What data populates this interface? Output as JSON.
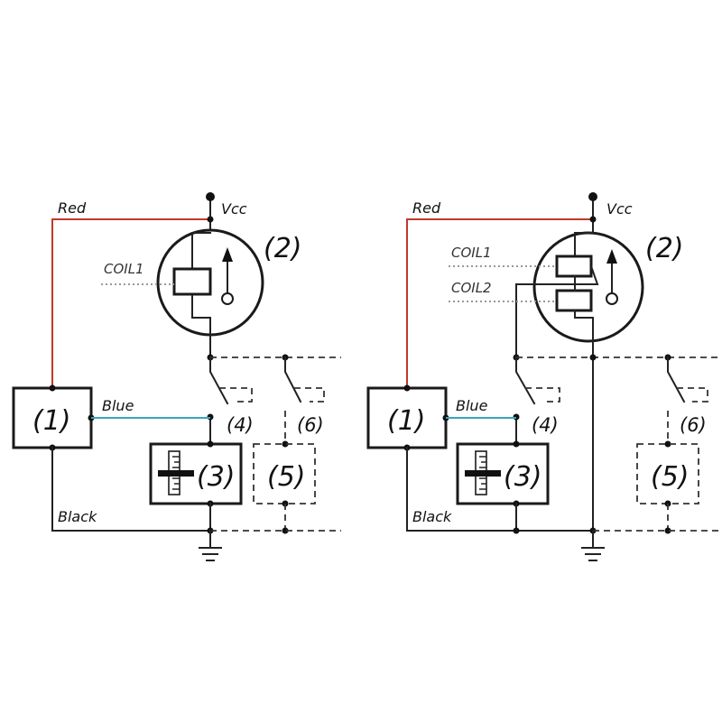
{
  "left": {
    "wire_red": "Red",
    "wire_blue": "Blue",
    "wire_black": "Black",
    "vcc": "Vcc",
    "coil1": "COIL1",
    "n1": "(1)",
    "n2": "(2)",
    "n3": "(3)",
    "n4": "(4)",
    "n5": "(5)",
    "n6": "(6)"
  },
  "right": {
    "wire_red": "Red",
    "wire_blue": "Blue",
    "wire_black": "Black",
    "vcc": "Vcc",
    "coil1": "COIL1",
    "coil2": "COIL2",
    "n1": "(1)",
    "n2": "(2)",
    "n3": "(3)",
    "n4": "(4)",
    "n5": "(5)",
    "n6": "(6)"
  },
  "colors": {
    "red_wire": "#c0392b",
    "blue_wire": "#3aa6b9",
    "black_wire": "#222222"
  }
}
